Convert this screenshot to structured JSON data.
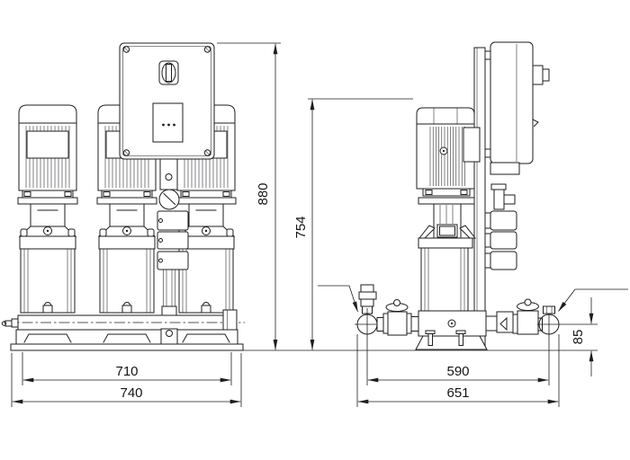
{
  "dimensions": {
    "front_height": "880",
    "front_width_inner": "710",
    "front_width_outer": "740",
    "side_height": "754",
    "side_width_inner": "590",
    "side_width_outer": "651",
    "discharge_port_height": "85"
  },
  "colors": {
    "line": "#1d1d1f",
    "background": "#ffffff"
  }
}
